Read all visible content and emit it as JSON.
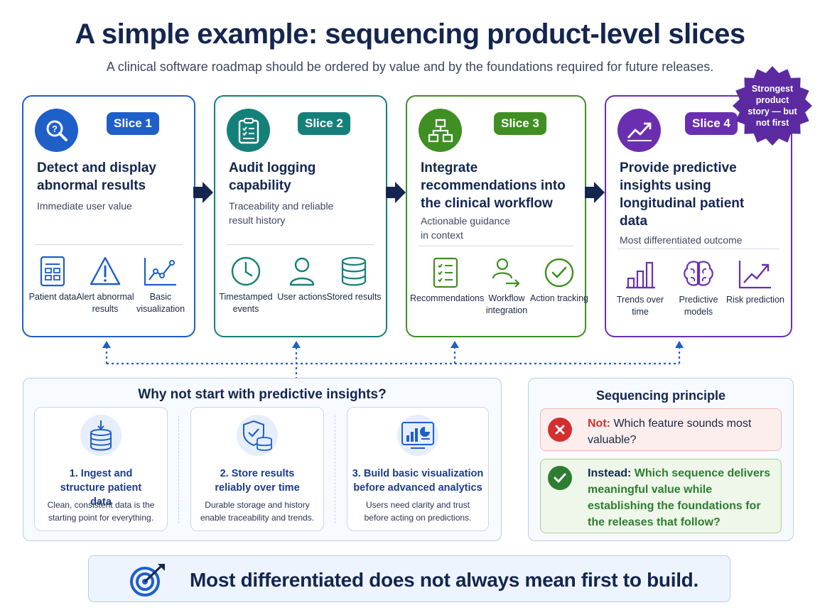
{
  "header": {
    "title": "A simple example: sequencing product-level slices",
    "subtitle": "A clinical software roadmap should be ordered by value and by the foundations required for future releases."
  },
  "slices": [
    {
      "label": "Slice 1",
      "title": "Detect and display abnormal results",
      "description": "Immediate user value",
      "icon": "search-icon",
      "color": "#1f5fc8",
      "features": [
        {
          "label": "Patient data",
          "icon": "patient-data-icon"
        },
        {
          "label": "Alert abnormal results",
          "icon": "alert-icon"
        },
        {
          "label": "Basic visualization",
          "icon": "line-chart-icon"
        }
      ]
    },
    {
      "label": "Slice 2",
      "title": "Audit logging capability",
      "description": "Traceability and reliable result history",
      "icon": "clipboard-icon",
      "color": "#15807a",
      "features": [
        {
          "label": "Timestamped events",
          "icon": "clock-icon"
        },
        {
          "label": "User actions",
          "icon": "user-icon"
        },
        {
          "label": "Stored results",
          "icon": "database-icon"
        }
      ]
    },
    {
      "label": "Slice 3",
      "title": "Integrate recommendations into the clinical workflow",
      "description": "Actionable guidance in context",
      "icon": "workflow-icon",
      "color": "#3f8f22",
      "features": [
        {
          "label": "Recommendations",
          "icon": "checklist-icon"
        },
        {
          "label": "Workflow integration",
          "icon": "user-flow-icon"
        },
        {
          "label": "Action tracking",
          "icon": "check-circle-icon"
        }
      ]
    },
    {
      "label": "Slice 4",
      "title": "Provide predictive insights using longitudinal patient data",
      "description": "Most differentiated outcome",
      "icon": "trend-up-icon",
      "color": "#6a2fb0",
      "features": [
        {
          "label": "Trends over time",
          "icon": "bar-chart-icon"
        },
        {
          "label": "Predictive models",
          "icon": "brain-icon"
        },
        {
          "label": "Risk prediction",
          "icon": "risk-trend-icon"
        }
      ]
    }
  ],
  "badge": {
    "text": "Strongest product story — but not first",
    "color": "#5b2aa0"
  },
  "why": {
    "title": "Why not start with predictive insights?",
    "cards": [
      {
        "title": "1. Ingest and structure patient data",
        "description": "Clean, consistent data is the starting point for everything.",
        "icon": "database-ingest-icon"
      },
      {
        "title": "2. Store results reliably over time",
        "description": "Durable storage and history enable traceability and trends.",
        "icon": "shield-database-icon"
      },
      {
        "title": "3. Build basic visualization before advanced analytics",
        "description": "Users need clarity and trust before acting on predictions.",
        "icon": "dashboard-chart-icon"
      }
    ]
  },
  "principle": {
    "title": "Sequencing principle",
    "not_prefix": "Not:",
    "not_text": "Which feature sounds most valuable?",
    "instead_prefix": "Instead:",
    "instead_text": "Which sequence delivers meaningful value while establishing the foundations for the releases that follow?",
    "not_color": "#d32f2f",
    "instead_color": "#2e7d32"
  },
  "banner": {
    "text": "Most differentiated does not always mean first to build.",
    "icon": "target-icon"
  }
}
